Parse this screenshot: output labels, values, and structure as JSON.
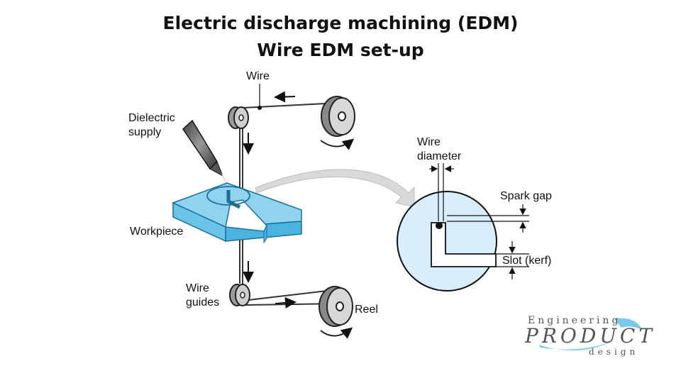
{
  "title": "Electric discharge machining (EDM)",
  "subtitle": "Wire EDM set-up",
  "labels": {
    "wire": "Wire",
    "dielectric_1": "Dielectric",
    "dielectric_2": "supply",
    "workpiece": "Workpiece",
    "wire_guides_1": "Wire",
    "wire_guides_2": "guides",
    "reel": "Reel",
    "wire_diameter_1": "Wire",
    "wire_diameter_2": "diameter",
    "spark_gap": "Spark gap",
    "slot": "Slot (kerf)"
  },
  "logo": {
    "top": "Engineering",
    "middle": "PRODUCT",
    "bottom": "design"
  },
  "colors": {
    "workpiece": "#8fd3ef",
    "workpiece_side": "#4ab3e0",
    "detail_fill": "#d8eefa",
    "logo_accent": "#7cc8e8"
  }
}
